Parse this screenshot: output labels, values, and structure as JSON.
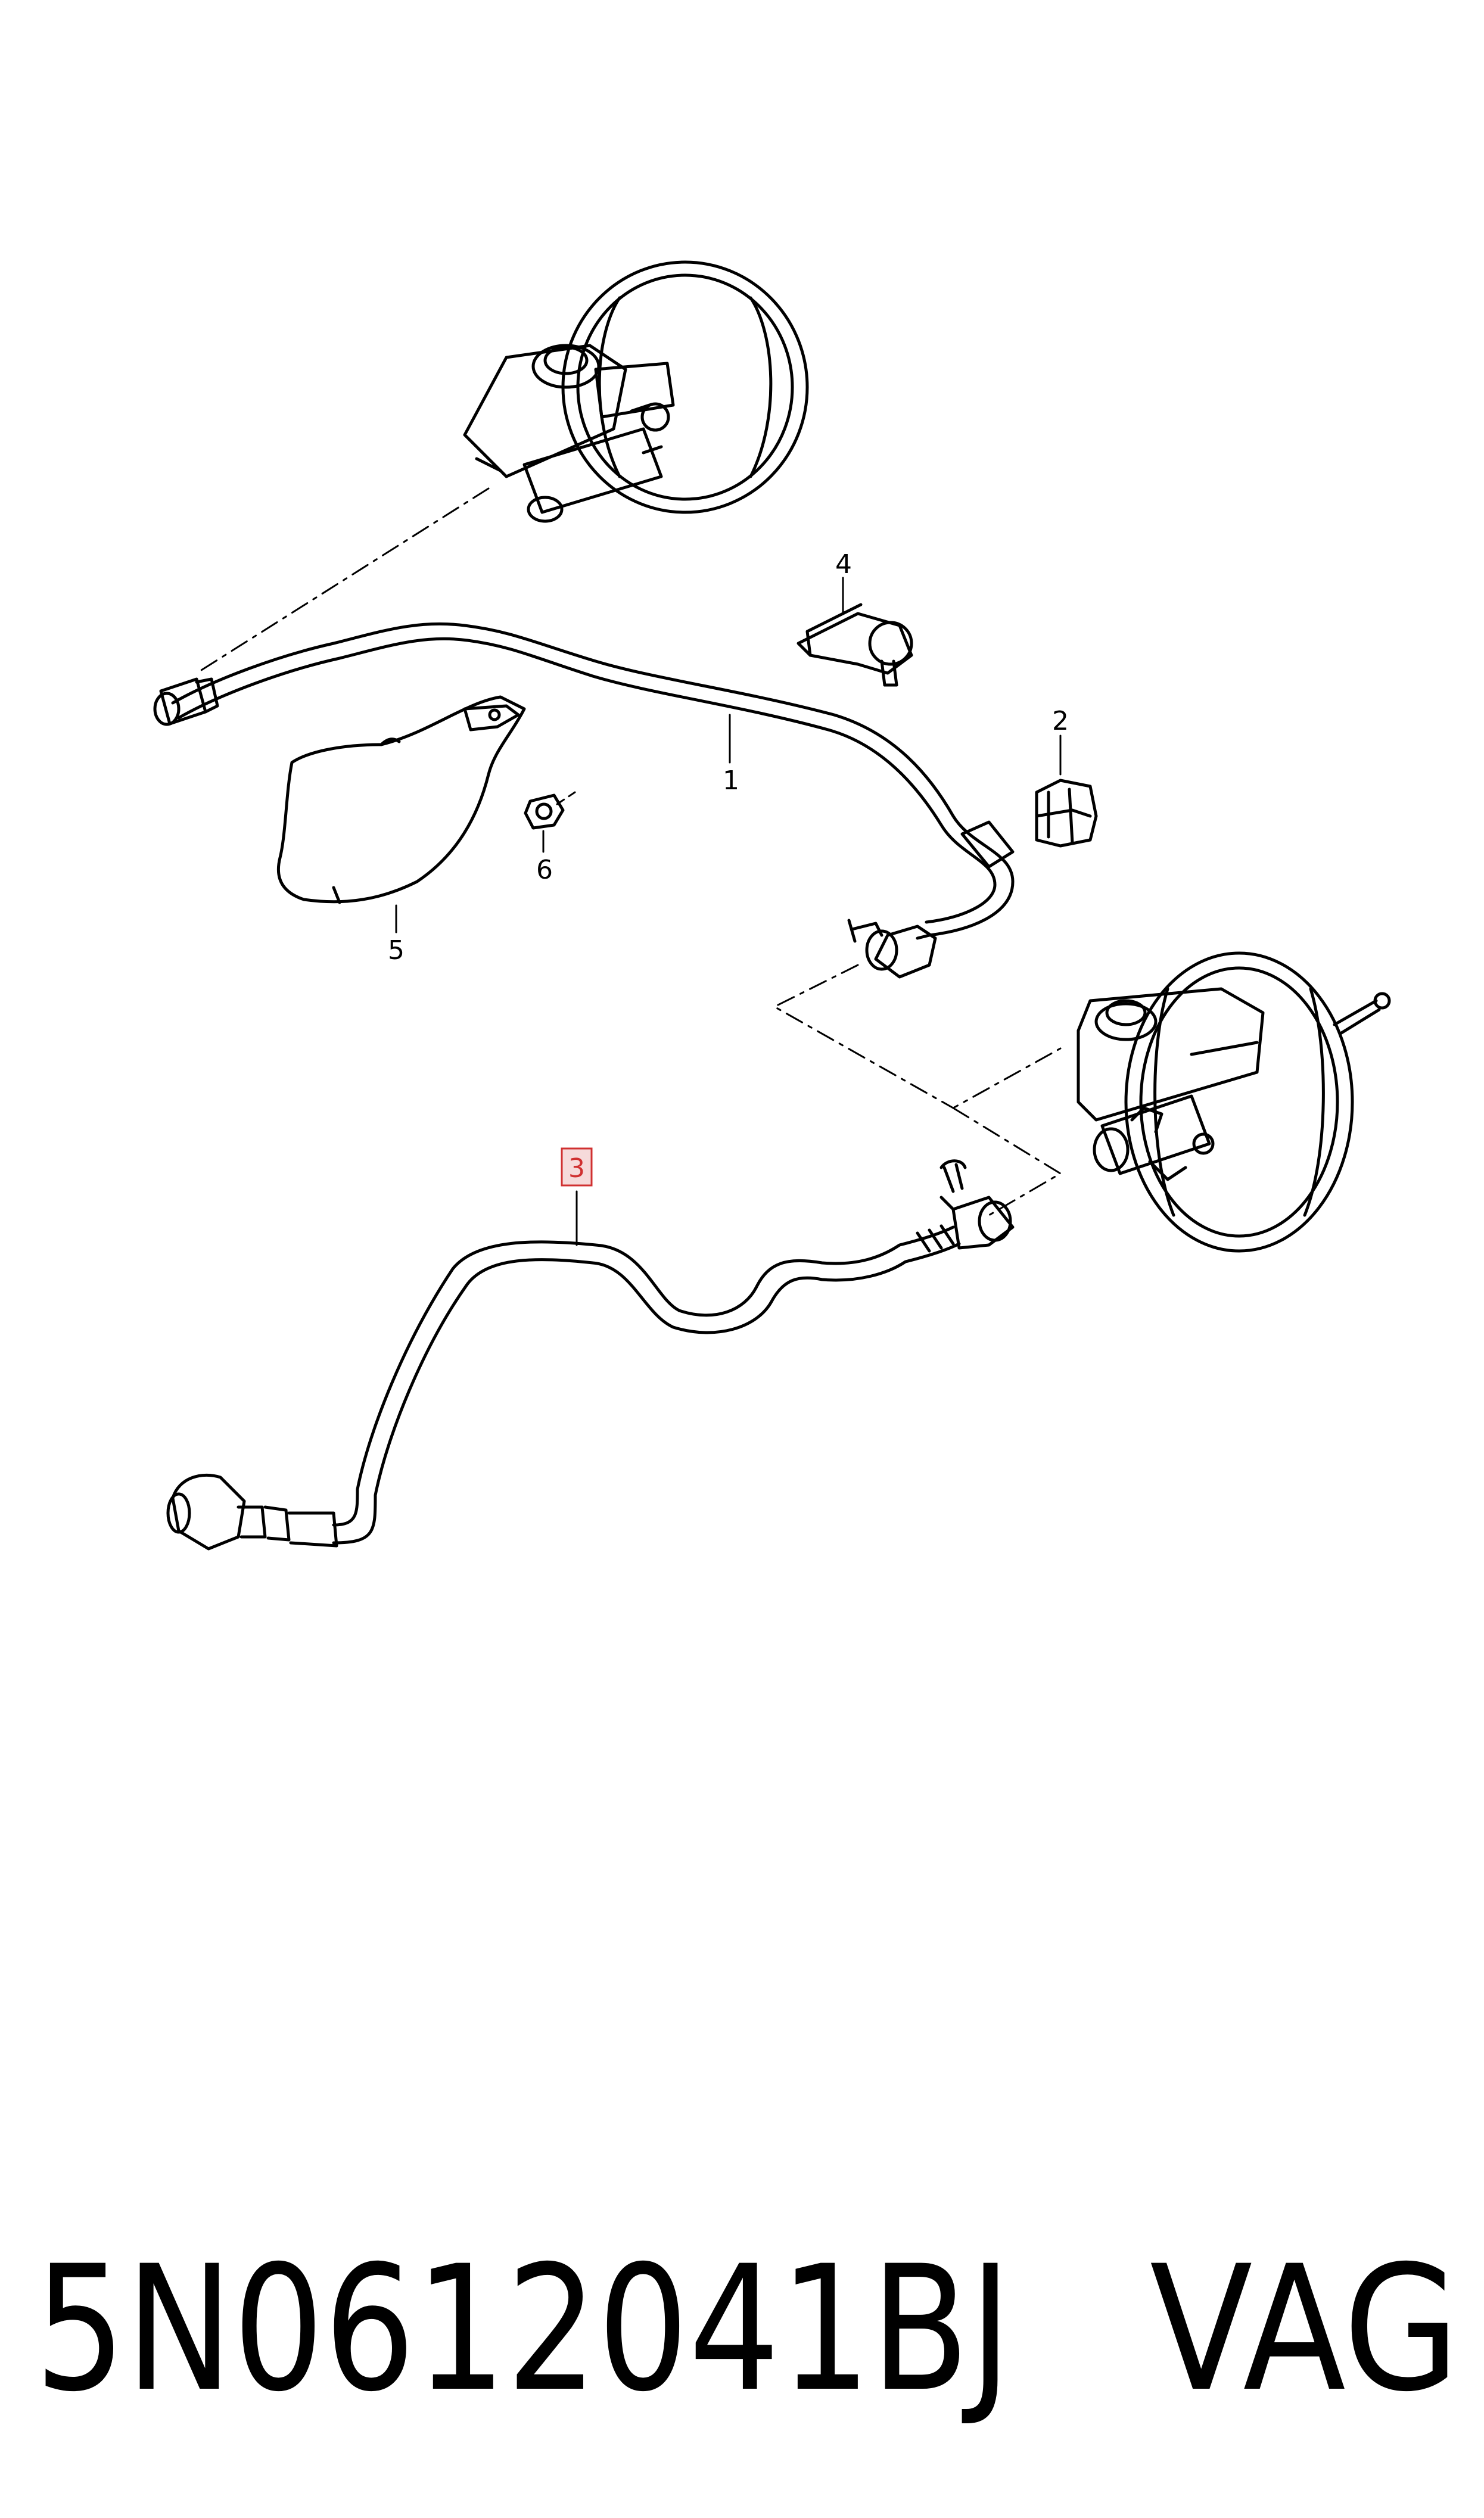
{
  "callouts": {
    "c1": "1",
    "c2": "2",
    "c3": "3",
    "c4": "4",
    "c5": "5",
    "c6": "6"
  },
  "footer": {
    "part_number": "5N0612041BJ",
    "brand": "VAG"
  },
  "colors": {
    "line": "#000000",
    "highlight": "#d03030",
    "background": "#ffffff"
  }
}
